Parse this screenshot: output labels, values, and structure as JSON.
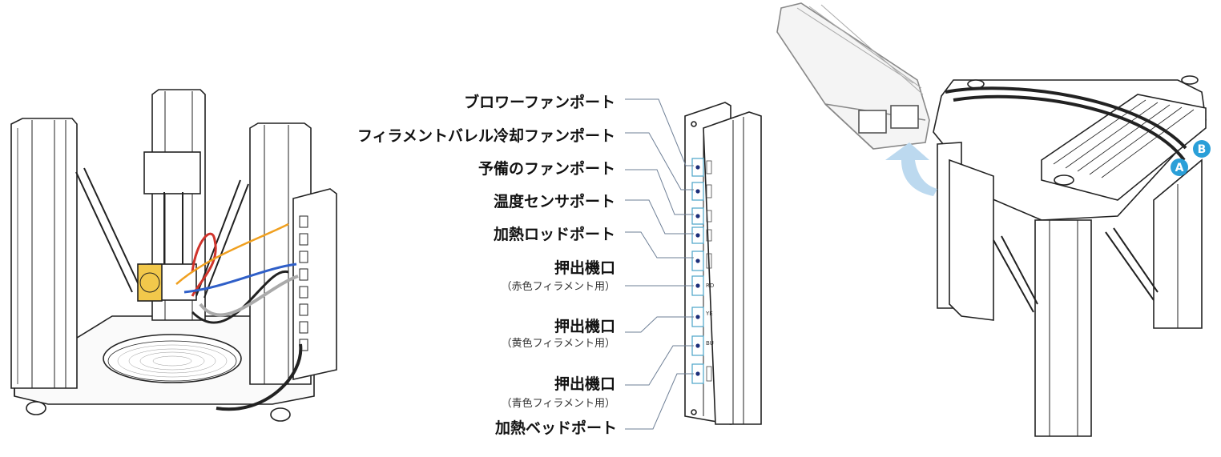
{
  "labels": {
    "blower_fan_port": "ブロワーファンポート",
    "barrel_fan_port": "フィラメントバレル冷却ファンポート",
    "spare_fan_port": "予備のファンポート",
    "temp_sensor_port": "温度センサポート",
    "heater_rod_port": "加熱ロッドポート",
    "extruder_red_title": "押出機口",
    "extruder_red_sub": "（赤色フィラメント用）",
    "extruder_yellow_title": "押出機口",
    "extruder_yellow_sub": "（黄色フィラメント用）",
    "extruder_blue_title": "押出機口",
    "extruder_blue_sub": "（青色フィラメント用）",
    "heated_bed_port": "加熱ベッドポート"
  },
  "port_codes": {
    "red": "RD",
    "yellow": "YE",
    "blue": "BU"
  },
  "badges": {
    "a": "A",
    "b": "B"
  },
  "colors": {
    "line": "#222222",
    "leader": "#6e7f96",
    "port_dot": "#1c2f7a",
    "port_outline": "#4aa3c8",
    "badge": "#2a9fd8",
    "arrow": "#bcd9ef",
    "wire_red": "#d0342c",
    "wire_orange": "#f0a020",
    "wire_blue": "#2f5fc8",
    "fan_yellow": "#f2c84b"
  }
}
